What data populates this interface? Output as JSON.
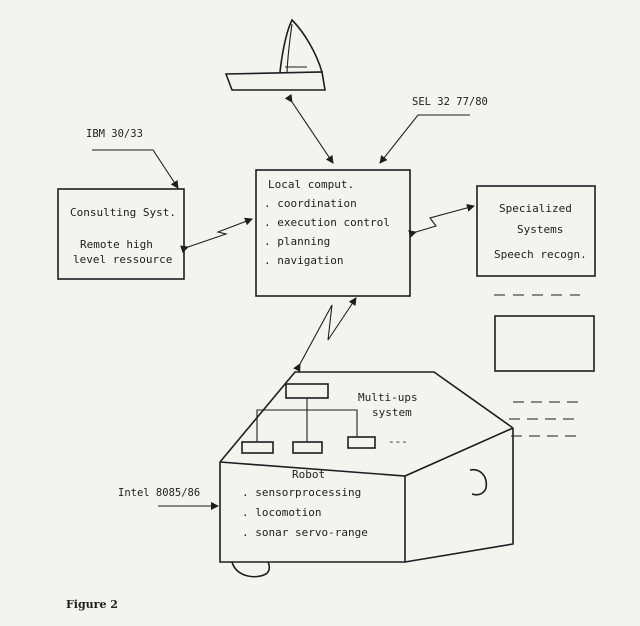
{
  "labels": {
    "ibm": "IBM 30/33",
    "sel": "SEL 32 77/80",
    "intel": "Intel 8085/86"
  },
  "local_computer": {
    "title": "Local comput.",
    "items": [
      ". coordination",
      ". execution control",
      ". planning",
      ". navigation"
    ]
  },
  "consulting": {
    "title": "Consulting Syst.",
    "line1": "Remote high",
    "line2": "level ressource"
  },
  "specialized": {
    "line1": "Specialized",
    "line2": "Systems",
    "line3": "Speech recogn."
  },
  "robot": {
    "title": "Robot",
    "items": [
      ". sensorprocessing",
      ". locomotion",
      ". sonar servo-range"
    ],
    "multi_ups": "Multi-ups",
    "system": "system",
    "ellipsis": "---"
  },
  "caption": "Figure 2"
}
